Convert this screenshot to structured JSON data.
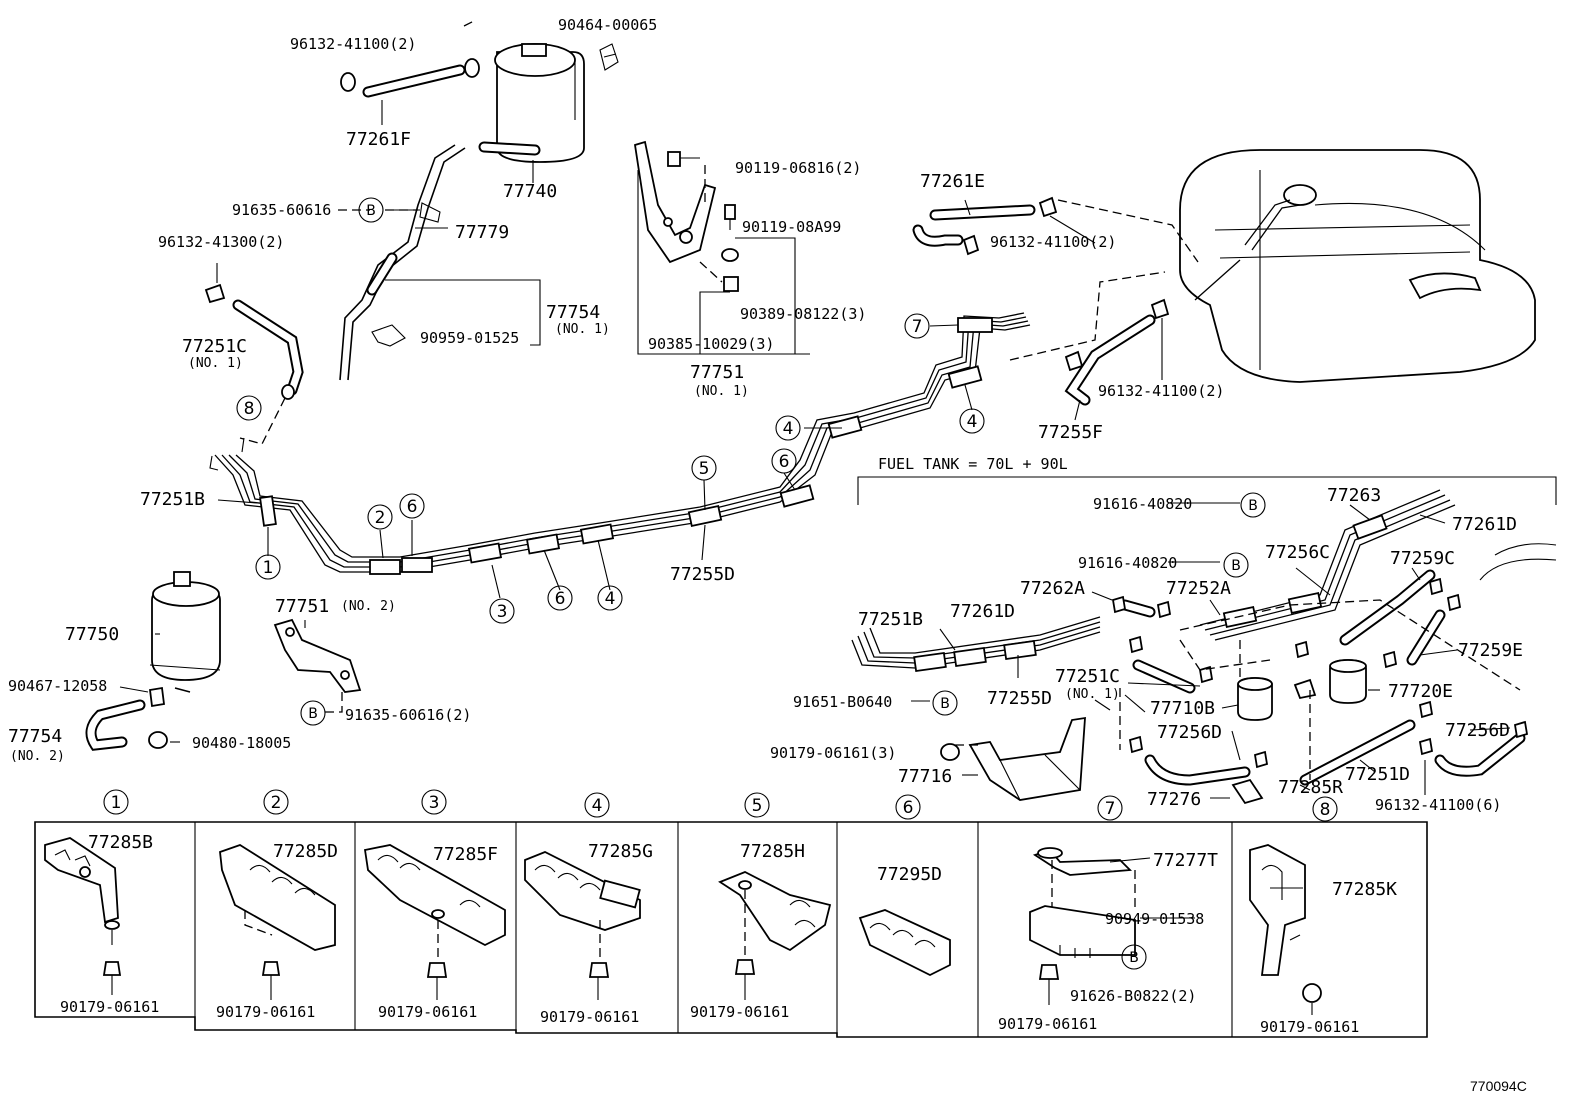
{
  "labels": {
    "p96132_41100_2a": "96132-41100(2)",
    "p90464_00065": "90464-00065",
    "p77261F": "77261F",
    "p77740": "77740",
    "p91635_60616a": "91635-60616",
    "p77779": "77779",
    "p96132_41300_2": "96132-41300(2)",
    "p77754_no1": "77754",
    "p77754_no1_sub": "(NO. 1)",
    "p90959_01525": "90959-01525",
    "p77251C": "77251C",
    "p77251C_sub": "(NO. 1)",
    "p77251B": "77251B",
    "p90119_06816": "90119-06816(2)",
    "p90119_08A99": "90119-08A99",
    "p90389_08122": "90389-08122(3)",
    "p90385_10029": "90385-10029(3)",
    "p77751_no1": "77751",
    "p77751_no1_sub": "(NO. 1)",
    "p77261E": "77261E",
    "p96132_41100_2b": "96132-41100(2)",
    "p96132_41100_2c": "96132-41100(2)",
    "p77255F": "77255F",
    "p77255D": "77255D",
    "p77750": "77750",
    "p77751_no2": "77751",
    "p77751_no2_sub": "(NO. 2)",
    "p91635_60616_2": "91635-60616(2)",
    "p90467_12058": "90467-12058",
    "p77754_no2": "77754",
    "p77754_no2_sub": "(NO. 2)",
    "p90480_18005": "90480-18005",
    "fuel_tank": "FUEL TANK = 70L + 90L",
    "p91616_40820a": "91616-40820",
    "p91616_40820b": "91616-40820",
    "p77263": "77263",
    "p77261D_r": "77261D",
    "p77256C": "77256C",
    "p77259C": "77259C",
    "p77262A": "77262A",
    "p77252A": "77252A",
    "p77251B_r": "77251B",
    "p77261D_r2": "77261D",
    "p77259E": "77259E",
    "p77251C_r": "77251C",
    "p77251C_r_sub": "(NO. 1)",
    "p91651_B0640": "91651-B0640",
    "p77255D_r": "77255D",
    "p77710B": "77710B",
    "p77720E": "77720E",
    "p90179_06161_3": "90179-06161(3)",
    "p77256D_a": "77256D",
    "p77256D_b": "77256D",
    "p77716": "77716",
    "p77276": "77276",
    "p77285R": "77285R",
    "p77251D": "77251D",
    "p96132_41100_6": "96132-41100(6)",
    "i77285B": "77285B",
    "i77285D": "77285D",
    "i77285F": "77285F",
    "i77285G": "77285G",
    "i77285H": "77285H",
    "i77295D": "77295D",
    "i77277T": "77277T",
    "i90949_01538": "90949-01538",
    "i91626_B0822": "91626-B0822(2)",
    "i77285K": "77285K",
    "b90179_1": "90179-06161",
    "b90179_2": "90179-06161",
    "b90179_3": "90179-06161",
    "b90179_4": "90179-06161",
    "b90179_5": "90179-06161",
    "b90179_7": "90179-06161",
    "b90179_8": "90179-06161",
    "code": "770094C"
  },
  "circles": {
    "c1": "1",
    "c2": "2",
    "c3": "3",
    "c4": "4",
    "c5": "5",
    "c6": "6",
    "c7": "7",
    "c8": "8",
    "b": "B"
  },
  "colors": {
    "ink": "#000000",
    "paper": "#ffffff"
  },
  "icons": [
    "circled-number-marker",
    "circled-b-marker"
  ]
}
